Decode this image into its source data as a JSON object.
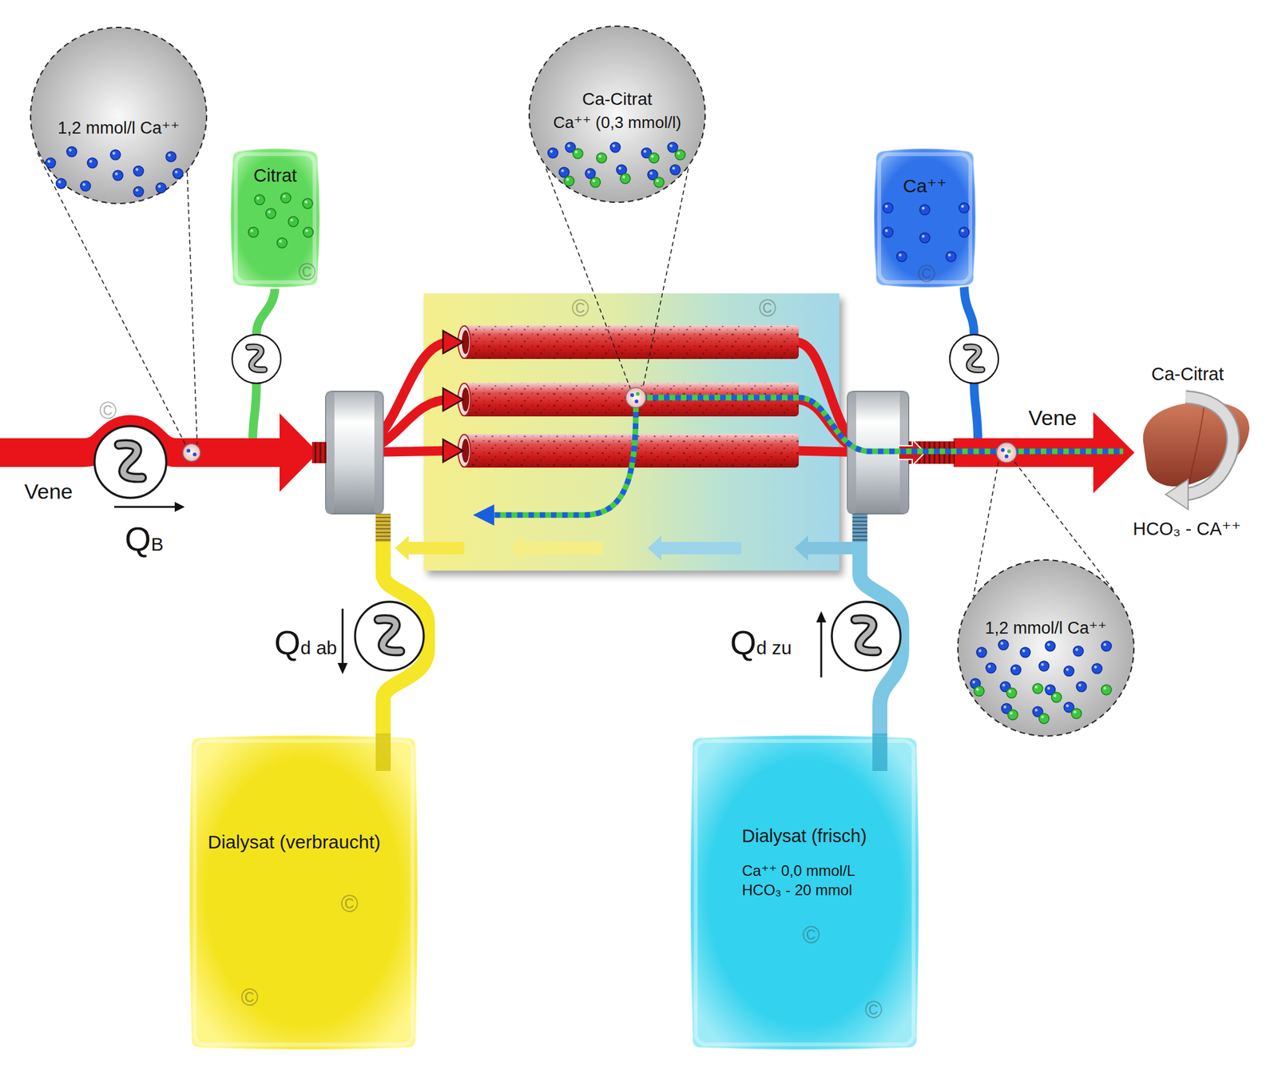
{
  "diagram": {
    "nodes": [
      {
        "text": [
          "1,2 mmol/l Ca⁺⁺"
        ]
      },
      {
        "text": [
          "Citrat"
        ]
      },
      {
        "text": [
          "Ca-Citrat",
          "Ca⁺⁺ (0,3 mmol/l)"
        ]
      },
      {
        "text": [
          "Ca⁺⁺"
        ]
      },
      {
        "text": [
          "1,2 mmol/l Ca⁺⁺"
        ]
      },
      {
        "text": [
          "Dialysat (verbraucht)"
        ]
      },
      {
        "text": [
          "Dialysat (frisch)",
          "Ca⁺⁺ 0,0 mmol/L",
          "HCO₃ - 20 mmol"
        ]
      }
    ],
    "labels": [
      "Vene",
      "QB",
      "Qd ab",
      "Qd zu",
      "Vene",
      "Ca-Citrat",
      "HCO₃ - CA⁺⁺",
      "©",
      "©",
      "©",
      "©",
      "©",
      "©",
      "©",
      "©",
      "©"
    ]
  }
}
